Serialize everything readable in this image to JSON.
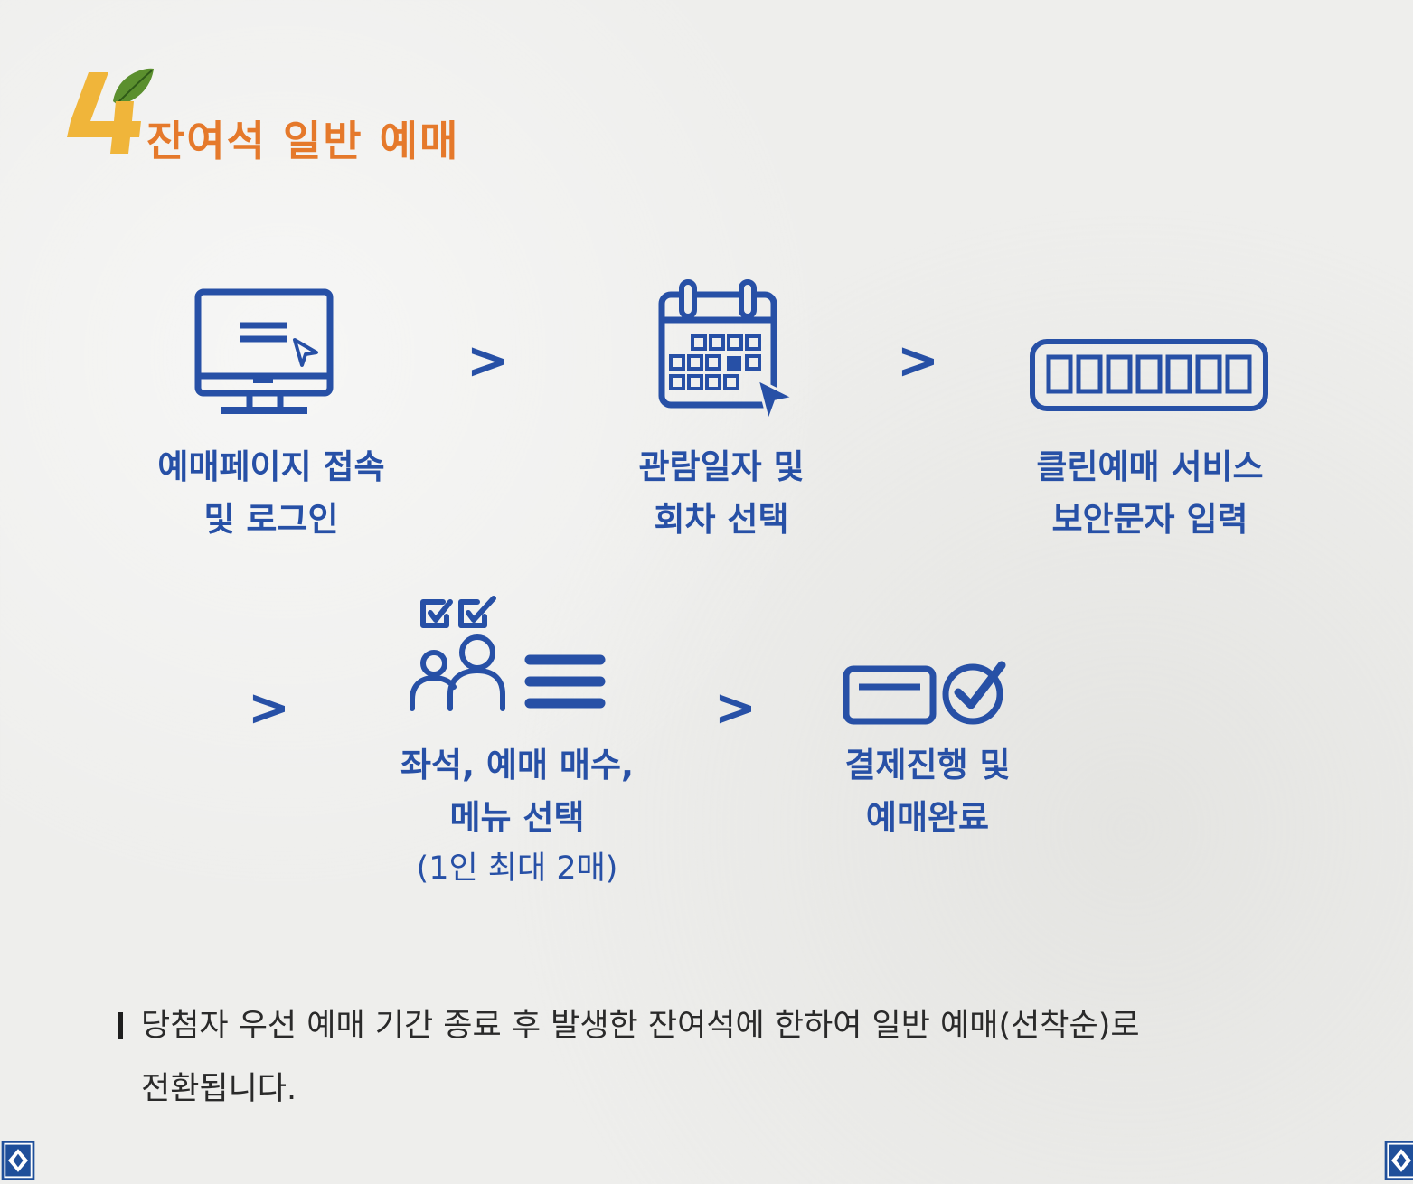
{
  "section": {
    "number": "4",
    "title": "잔여석 일반 예매"
  },
  "steps": [
    {
      "icon": "monitor-cursor-icon",
      "line1": "예매페이지 접속",
      "line2": "및 로그인"
    },
    {
      "icon": "calendar-cursor-icon",
      "line1": "관람일자 및",
      "line2": "회차 선택"
    },
    {
      "icon": "security-code-icon",
      "line1": "클린예매 서비스",
      "line2": "보안문자 입력"
    },
    {
      "icon": "people-menu-check-icon",
      "line1": "좌석, 예매 매수,",
      "line2": "메뉴 선택",
      "note": "(1인 최대 2매)"
    },
    {
      "icon": "card-check-icon",
      "line1": "결제진행 및",
      "line2": "예매완료"
    }
  ],
  "arrow_glyph": ">",
  "notice": {
    "line1": "당첨자 우선 예매 기간 종료 후 발생한 잔여석에 한하여 일반 예매(선착순)로",
    "line2": "전환됩니다."
  },
  "colors": {
    "title": "#e5792b",
    "number": "#f0b53a",
    "leaf": "#5b8f2e",
    "primary": "#2750a6",
    "body_text": "#2a2a2a",
    "background": "#eeeeec"
  }
}
